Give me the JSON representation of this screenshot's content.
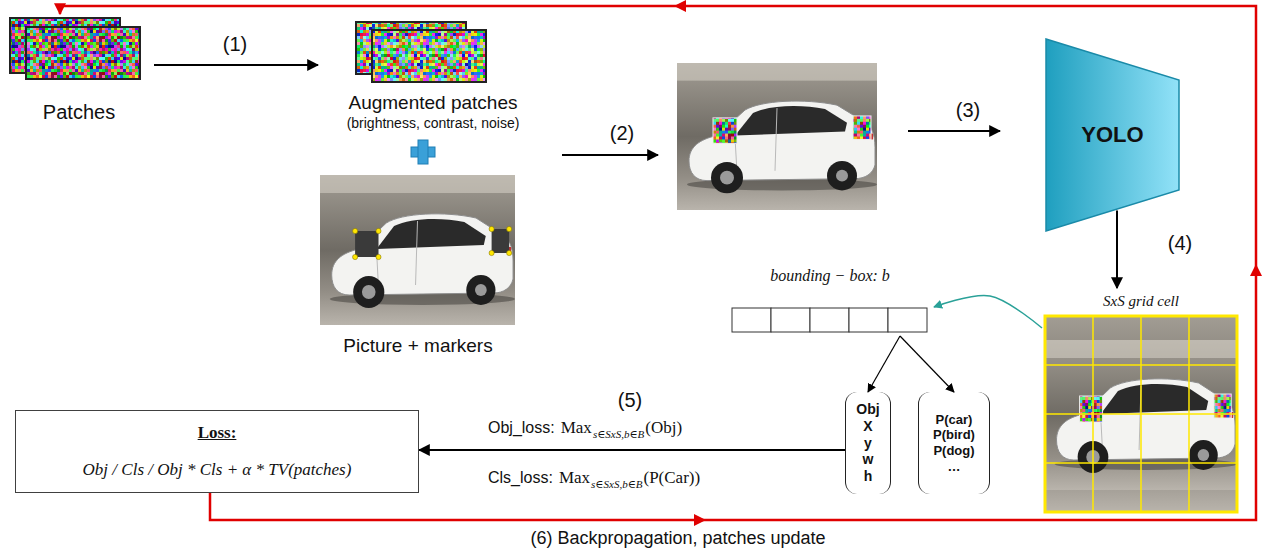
{
  "diagram": {
    "nodes": [
      {
        "text": [
          "Patches"
        ]
      },
      {
        "text": [
          "Augmented patches",
          "(brightness, contrast, noise)"
        ]
      },
      {
        "text": [
          "Picture + markers"
        ]
      },
      {
        "text": [
          "YOLO"
        ]
      },
      {
        "text": [
          "SxS grid cell"
        ]
      },
      {
        "text": [
          "bounding − box: b"
        ]
      },
      {
        "text": [
          "Obj X y w h"
        ]
      },
      {
        "text": [
          "P(car) P(bird) P(dog) …"
        ]
      },
      {
        "text": [
          "Loss:",
          "Obj / Cls / Obj * Cls + α * TV(patches)"
        ]
      }
    ],
    "edges": [
      {
        "from": 0,
        "to": 1,
        "arrow": "to",
        "label": "(1)"
      },
      {
        "from": 3,
        "to": 4,
        "arrow": "to",
        "label": "(4)"
      },
      {
        "from": 4,
        "to": 5,
        "arrow": "to"
      },
      {
        "from": 5,
        "to": 6,
        "arrow": "to"
      },
      {
        "from": 5,
        "to": 7,
        "arrow": "to"
      },
      {
        "from": 6,
        "to": 8,
        "arrow": "to",
        "label": "(5)"
      },
      {
        "from": 8,
        "to": 0,
        "arrow": "to",
        "label": "(6) Backpropagation, patches update"
      }
    ],
    "labels": [
      "(2)",
      "(3)",
      "Obj_loss:",
      "Max",
      "s∈SxS,b∈B",
      "(Obj)",
      "Cls_loss:",
      "Max",
      "s∈SxS,b∈B",
      "(P(Car))"
    ]
  }
}
